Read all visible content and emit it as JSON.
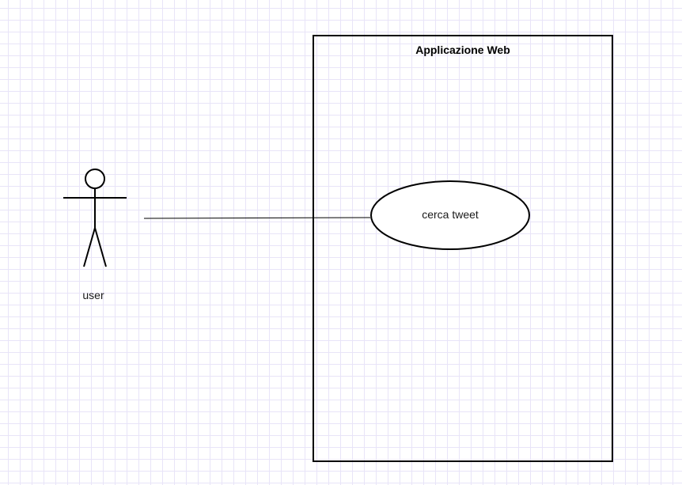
{
  "diagram": {
    "system_boundary": {
      "title": "Applicazione Web"
    },
    "use_case": {
      "label": "cerca tweet"
    },
    "actor": {
      "label": "user",
      "icon": "stick-figure-icon"
    },
    "association": {
      "from": "user",
      "to": "cerca tweet"
    }
  },
  "colors": {
    "grid": "#e8e4f8",
    "stroke": "#000000",
    "background": "#ffffff"
  }
}
